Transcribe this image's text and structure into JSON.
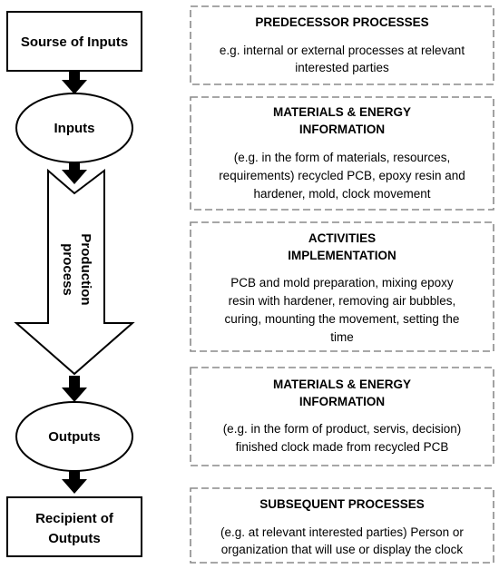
{
  "flow": {
    "source_label": "Sourse of Inputs",
    "inputs_label": "Inputs",
    "process_label_line1": "Production",
    "process_label_line2": "process",
    "outputs_label": "Outputs",
    "recipient_label_line1": "Recipient of",
    "recipient_label_line2": "Outputs"
  },
  "panels": [
    {
      "title_lines": [
        "PREDECESSOR PROCESSES"
      ],
      "body_lines": [
        "e.g. internal or external processes at relevant",
        "interested parties"
      ]
    },
    {
      "title_lines": [
        "MATERIALS & ENERGY",
        "INFORMATION"
      ],
      "body_lines": [
        "(e.g. in the form of materials, resources,",
        "requirements) recycled PCB, epoxy resin and",
        "hardener, mold, clock movement"
      ]
    },
    {
      "title_lines": [
        "ACTIVITIES",
        "IMPLEMENTATION"
      ],
      "body_lines": [
        "PCB and mold preparation, mixing epoxy",
        "resin with hardener, removing air bubbles,",
        "curing, mounting the movement, setting the",
        "time"
      ]
    },
    {
      "title_lines": [
        "MATERIALS & ENERGY",
        "INFORMATION"
      ],
      "body_lines": [
        "(e.g. in the form of product, servis, decision)",
        "finished clock made from recycled PCB"
      ]
    },
    {
      "title_lines": [
        "SUBSEQUENT PROCESSES"
      ],
      "body_lines": [
        "(e.g. at relevant interested parties) Person or",
        "organization that will use or display the clock"
      ]
    }
  ]
}
